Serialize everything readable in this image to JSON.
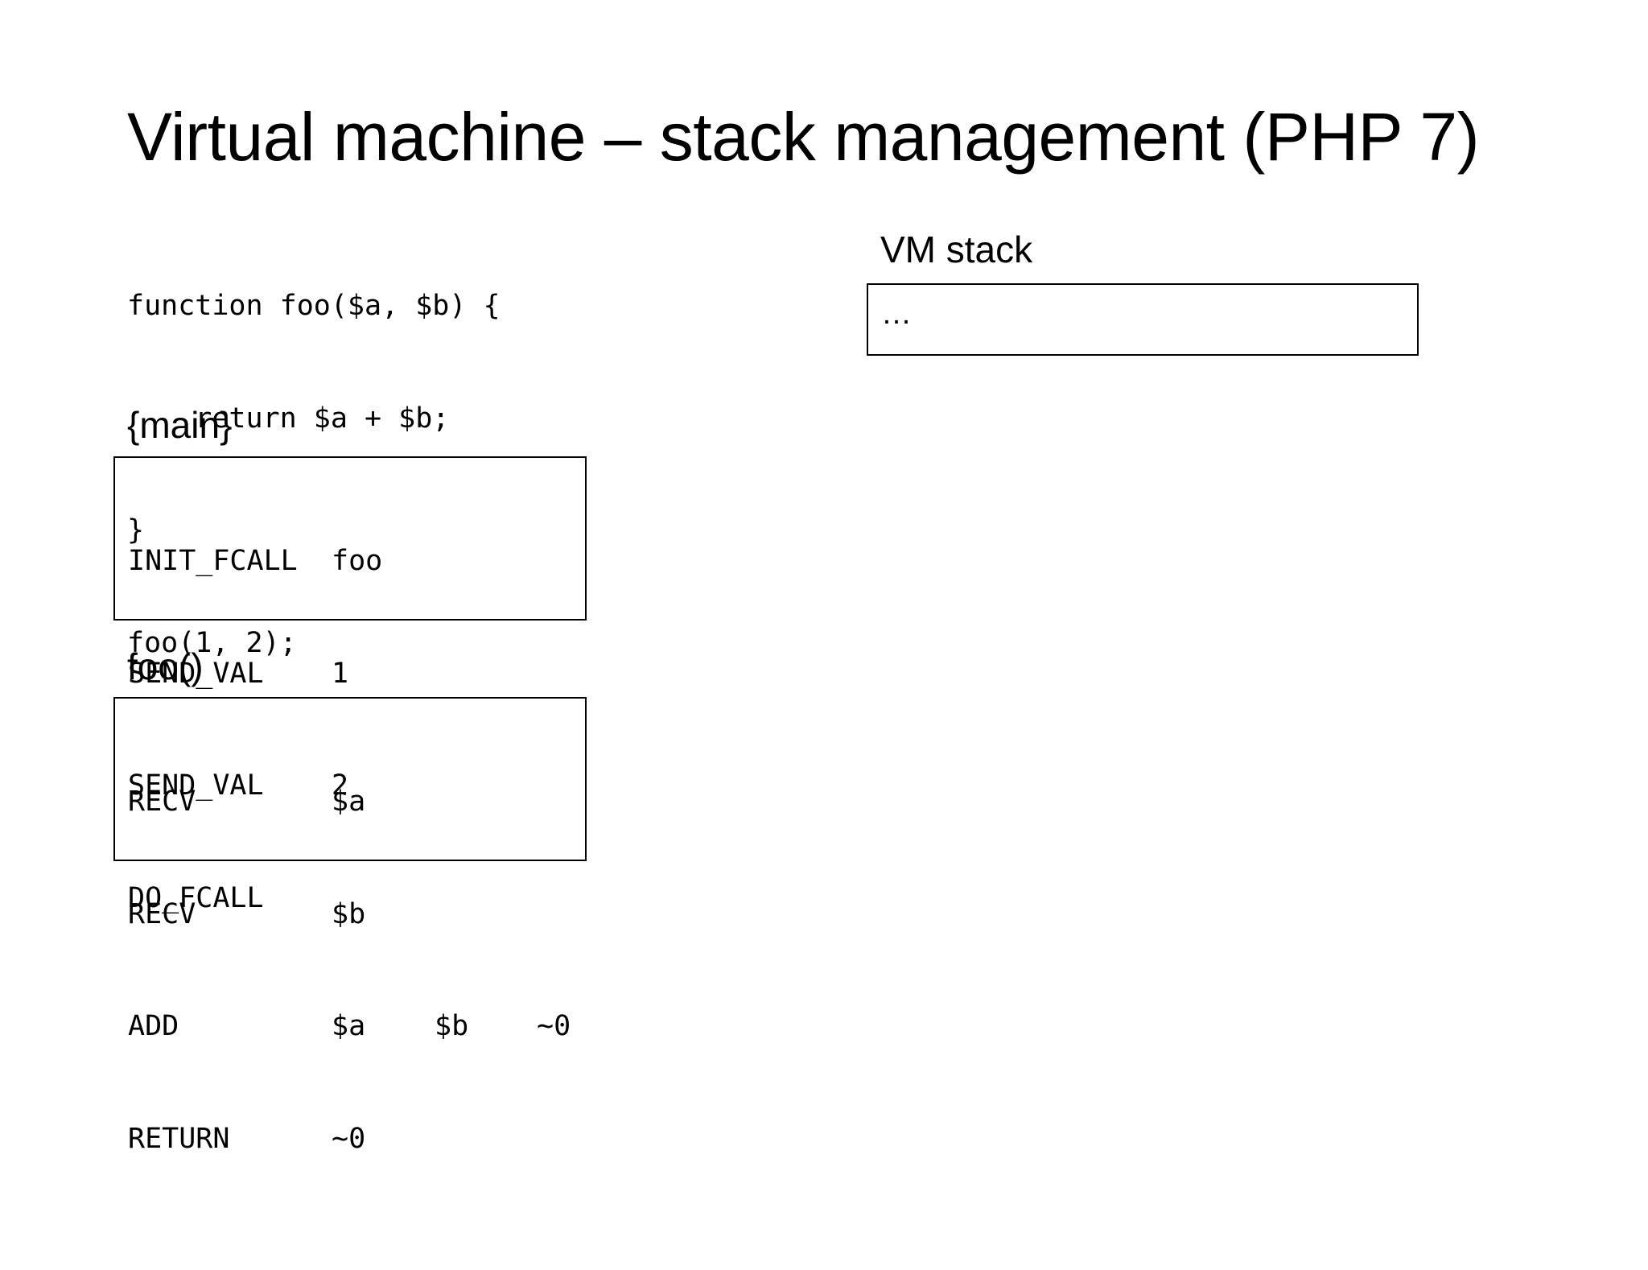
{
  "title": "Virtual machine – stack management (PHP 7)",
  "source_code": {
    "lines": [
      "function foo($a, $b) {",
      "    return $a + $b;",
      "}",
      "foo(1, 2);"
    ]
  },
  "main_block": {
    "label": "{main}",
    "ops": [
      {
        "op": "INIT_FCALL",
        "arg1": "foo",
        "arg2": "",
        "result": ""
      },
      {
        "op": "SEND_VAL",
        "arg1": "1",
        "arg2": "",
        "result": ""
      },
      {
        "op": "SEND_VAL",
        "arg1": "2",
        "arg2": "",
        "result": ""
      },
      {
        "op": "DO_FCALL",
        "arg1": "",
        "arg2": "",
        "result": ""
      }
    ]
  },
  "foo_block": {
    "label": "foo()",
    "ops": [
      {
        "op": "RECV",
        "arg1": "$a",
        "arg2": "",
        "result": ""
      },
      {
        "op": "RECV",
        "arg1": "$b",
        "arg2": "",
        "result": ""
      },
      {
        "op": "ADD",
        "arg1": "$a",
        "arg2": "$b",
        "result": "~0"
      },
      {
        "op": "RETURN",
        "arg1": "~0",
        "arg2": "",
        "result": ""
      }
    ]
  },
  "vm_stack": {
    "label": "VM stack",
    "content": "…"
  }
}
